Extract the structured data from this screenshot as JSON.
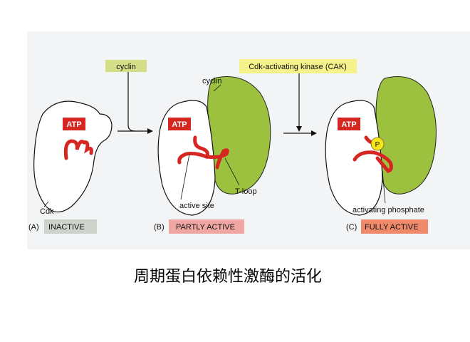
{
  "colors": {
    "background": "#f3f4f5",
    "atp": "#d62622",
    "cyclin": "#9cc13e",
    "cyclin_box": "#d3de87",
    "cak_box": "#f6f28b",
    "inactive": "#cdd2cb",
    "partly_active": "#f0a6a2",
    "fully_active": "#ee8a6a",
    "phosphate": "#f5e71c"
  },
  "diagram": {
    "cyclin_label": "cyclin",
    "cak_label": "Cdk-activating kinase (CAK)",
    "atp": "ATP",
    "cdk": "Cdk",
    "cyclin_part_label": "cyclin",
    "active_site": "active site",
    "t_loop": "T-loop",
    "phosphate_symbol": "P",
    "activating_phosphate": "activating phosphate",
    "panels": [
      {
        "letter": "(A)",
        "state": "INACTIVE"
      },
      {
        "letter": "(B)",
        "state": "PARTLY ACTIVE"
      },
      {
        "letter": "(C)",
        "state": "FULLY ACTIVE"
      }
    ]
  },
  "caption": "周期蛋白依赖性激酶的活化"
}
